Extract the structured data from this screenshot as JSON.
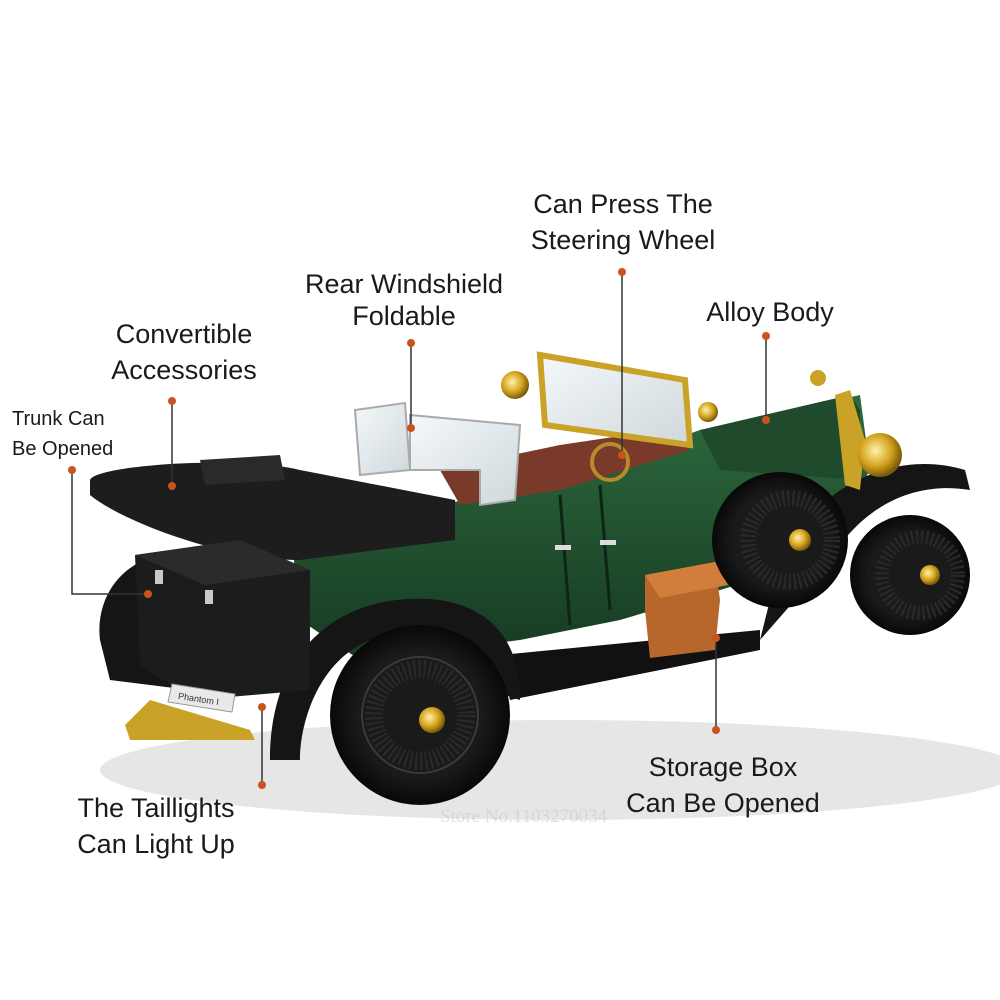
{
  "callouts": {
    "steering": [
      "Can Press The",
      "Steering Wheel"
    ],
    "windshield": [
      "Rear Windshield",
      "Foldable"
    ],
    "alloy": [
      "Alloy Body"
    ],
    "convertible": [
      "Convertible",
      "Accessories"
    ],
    "trunk": [
      "Trunk Can",
      "Be Opened"
    ],
    "taillights": [
      "The Taillights",
      "Can Light Up"
    ],
    "storage": [
      "Storage Box",
      "Can Be Opened"
    ]
  },
  "plate": "Phantom I",
  "watermark": "Store No.1103270034",
  "colors": {
    "body_green": "#1f4a2c",
    "fender_black": "#151515",
    "brass": "#c9a227",
    "callout_dot": "#c8531e",
    "storage_box": "#b8672c"
  }
}
